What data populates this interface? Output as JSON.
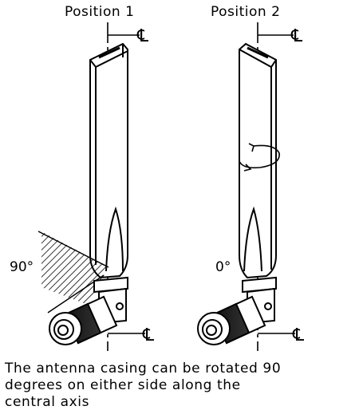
{
  "positions": [
    {
      "title": "Position 1",
      "angle_label": "90°"
    },
    {
      "title": "Position 2",
      "angle_label": "0°"
    }
  ],
  "centerline_symbol": "℄",
  "caption_lines": [
    "The antenna casing can be rotated 90",
    "degrees on either side along the",
    "central axis"
  ],
  "colors": {
    "line": "#000000",
    "background": "#ffffff"
  }
}
